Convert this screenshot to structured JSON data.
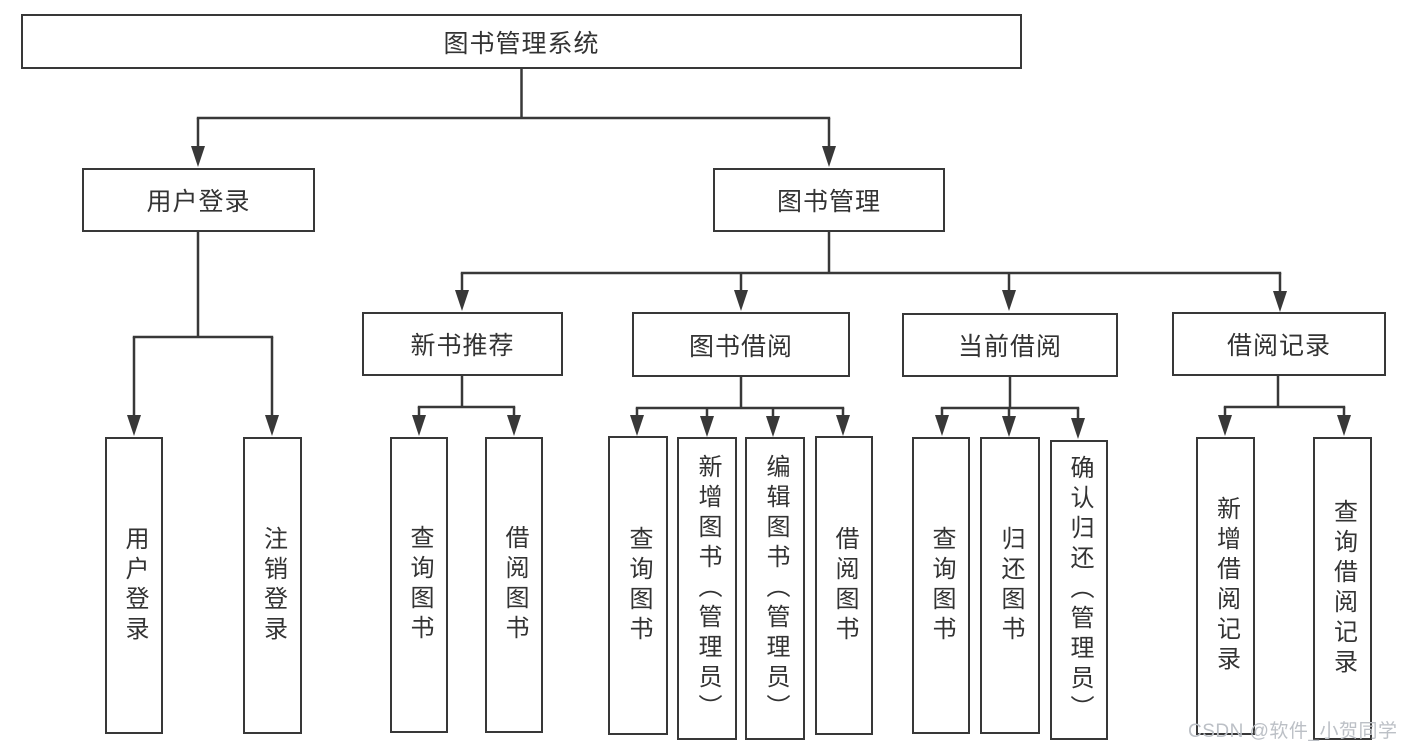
{
  "tree": {
    "label": "图书管理系统",
    "children": [
      {
        "label": "用户登录",
        "children": [
          {
            "label": "用户登录"
          },
          {
            "label": "注销登录"
          }
        ]
      },
      {
        "label": "图书管理",
        "children": [
          {
            "label": "新书推荐",
            "children": [
              {
                "label": "查询图书"
              },
              {
                "label": "借阅图书"
              }
            ]
          },
          {
            "label": "图书借阅",
            "children": [
              {
                "label": "查询图书"
              },
              {
                "label": "新增图书（管理员）"
              },
              {
                "label": "编辑图书（管理员）"
              },
              {
                "label": "借阅图书"
              }
            ]
          },
          {
            "label": "当前借阅",
            "children": [
              {
                "label": "查询图书"
              },
              {
                "label": "归还图书"
              },
              {
                "label": "确认归还（管理员）"
              }
            ]
          },
          {
            "label": "借阅记录",
            "children": [
              {
                "label": "新增借阅记录"
              },
              {
                "label": "查询借阅记录"
              }
            ]
          }
        ]
      }
    ]
  },
  "watermark": {
    "text": "CSDN @软件_小贺同学"
  },
  "colors": {
    "line": "#383838",
    "box_border": "#383838",
    "text": "#333333",
    "watermark": "#bcc0c6",
    "background": "#ffffff"
  }
}
